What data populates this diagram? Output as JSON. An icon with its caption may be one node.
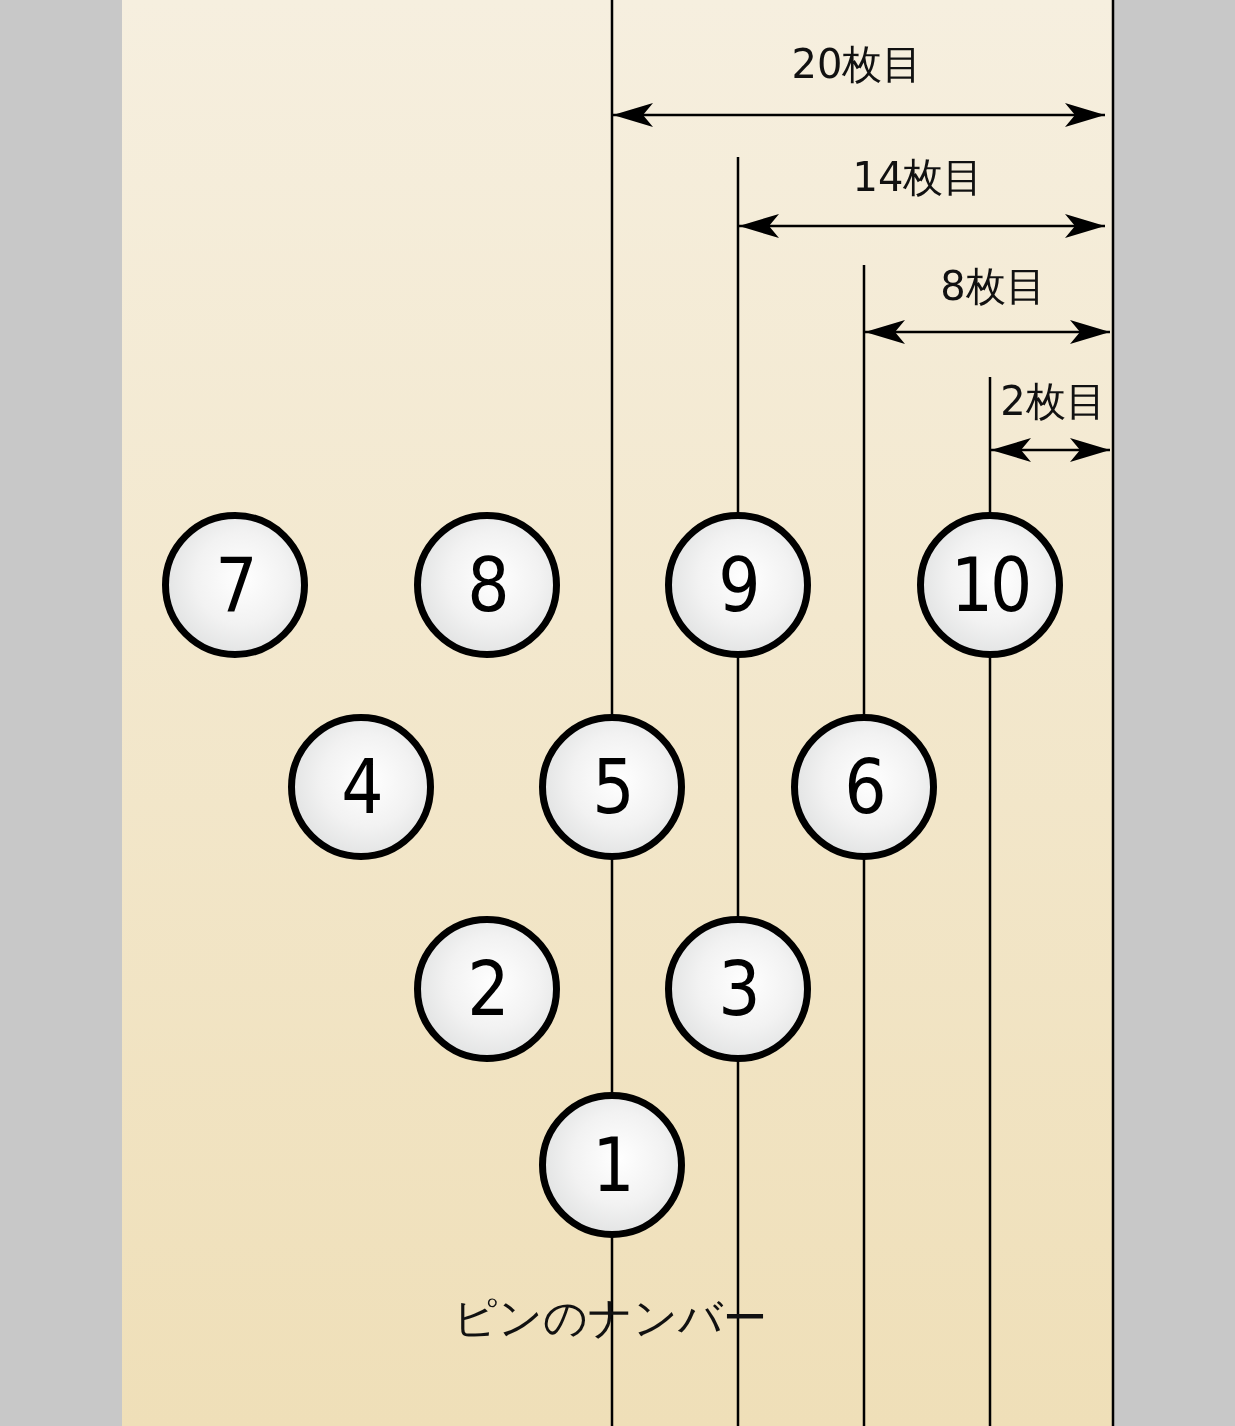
{
  "diagram": {
    "nodes": [
      {
        "text": [
          "7"
        ]
      },
      {
        "text": [
          "8"
        ]
      },
      {
        "text": [
          "9"
        ]
      },
      {
        "text": [
          "10"
        ]
      },
      {
        "text": [
          "4"
        ]
      },
      {
        "text": [
          "5"
        ]
      },
      {
        "text": [
          "6"
        ]
      },
      {
        "text": [
          "2"
        ]
      },
      {
        "text": [
          "3"
        ]
      },
      {
        "text": [
          "1"
        ]
      }
    ],
    "labels": [
      "20枚目",
      "14枚目",
      "8枚目",
      "2枚目",
      "ピンのナンバー"
    ]
  }
}
